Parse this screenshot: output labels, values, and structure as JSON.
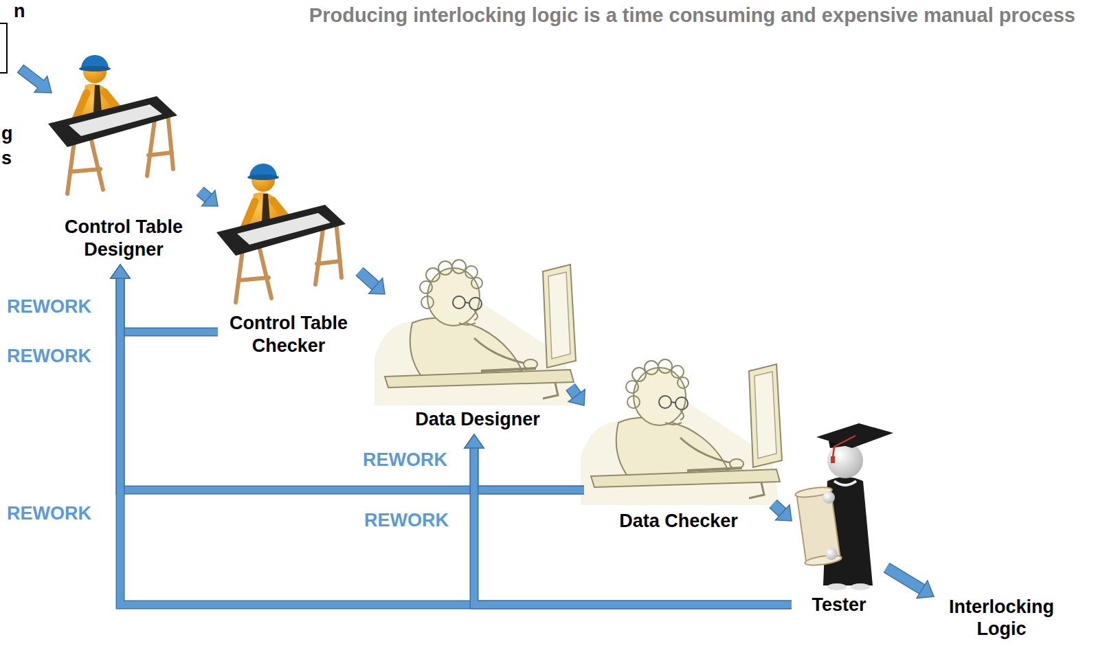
{
  "diagram": {
    "title": "Producing interlocking logic is a time consuming and expensive manual process",
    "nodes": [
      {
        "text": [
          "Control Table Designer"
        ]
      },
      {
        "text": [
          "Control Table Checker"
        ]
      },
      {
        "text": [
          "Data Designer"
        ]
      },
      {
        "text": [
          "Data Checker"
        ]
      },
      {
        "text": [
          "Tester"
        ]
      },
      {
        "text": [
          "Interlocking Logic"
        ]
      }
    ],
    "edges": [
      {
        "from": 0,
        "to": 1,
        "arrow": "to"
      },
      {
        "from": 1,
        "to": 2,
        "arrow": "to"
      },
      {
        "from": 2,
        "to": 3,
        "arrow": "to"
      },
      {
        "from": 3,
        "to": 4,
        "arrow": "to"
      },
      {
        "from": 4,
        "to": 5,
        "arrow": "to"
      },
      {
        "from": 1,
        "to": 0,
        "label": "REWORK",
        "arrow": "to"
      },
      {
        "from": 3,
        "to": 0,
        "label": "REWORK",
        "arrow": "to"
      },
      {
        "from": 3,
        "to": 2,
        "label": "REWORK",
        "arrow": "to"
      },
      {
        "from": 4,
        "to": 0,
        "label": "REWORK",
        "arrow": "to"
      },
      {
        "from": 4,
        "to": 2,
        "label": "REWORK",
        "arrow": "to"
      }
    ],
    "labels": [
      "n",
      "g",
      "s"
    ]
  }
}
